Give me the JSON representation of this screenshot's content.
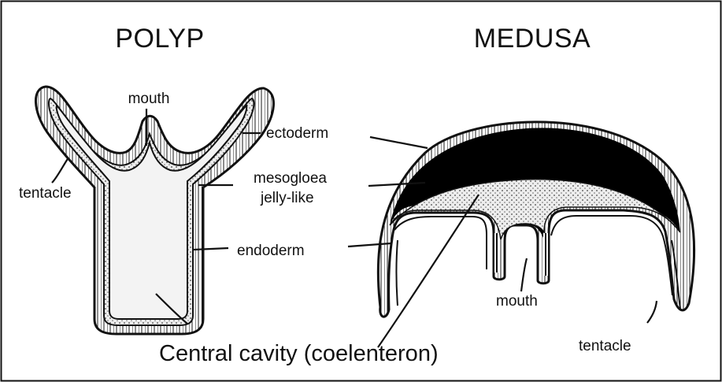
{
  "titles": {
    "polyp": "POLYP",
    "medusa": "MEDUSA"
  },
  "labels": {
    "polyp_mouth": "mouth",
    "ectoderm": "ectoderm",
    "mesogloea_line1": "mesogloea",
    "mesogloea_line2": "jelly-like",
    "polyp_tentacle": "tentacle",
    "endoderm": "endoderm",
    "central_cavity": "Central cavity (coelenteron)",
    "medusa_mouth": "mouth",
    "medusa_tentacle": "tentacle"
  },
  "colors": {
    "ink": "#111111",
    "outer_layer": "#ffffff",
    "middle_layer": "#d9d9d9",
    "cavity": "#f2f2f2",
    "mesogloea_medusa": "#000000"
  }
}
